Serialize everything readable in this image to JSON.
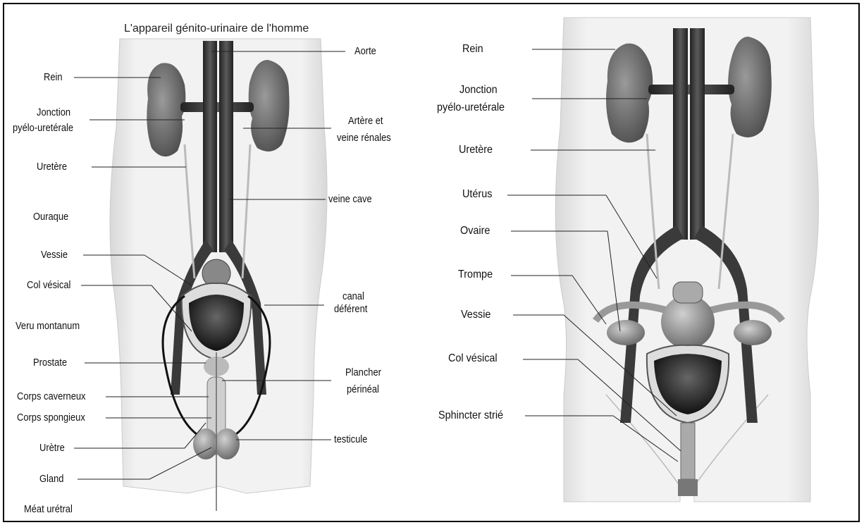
{
  "male": {
    "title": "L'appareil génito-urinaire de l'homme",
    "left_labels": {
      "rein": "Rein",
      "jonction_1": "Jonction",
      "jonction_2": "pyélo-uretérale",
      "uretere": "Uretère",
      "ouraque": "Ouraque",
      "vessie": "Vessie",
      "col_vesical": "Col vésical",
      "veru": "Veru montanum",
      "prostate": "Prostate",
      "corps_caverneux": "Corps caverneux",
      "corps_spongieux": "Corps spongieux",
      "uretre": "Urètre",
      "gland": "Gland",
      "meat": "Méat urétral"
    },
    "right_labels": {
      "aorte": "Aorte",
      "artere_1": "Artère et",
      "artere_2": "veine rénales",
      "veine_cave": "veine cave",
      "canal_1": "canal",
      "canal_2": "déférent",
      "plancher_1": "Plancher",
      "plancher_2": "périnéal",
      "testicule": "testicule"
    }
  },
  "female": {
    "labels": {
      "rein": "Rein",
      "jonction_1": "Jonction",
      "jonction_2": "pyélo-uretérale",
      "uretere": "Uretère",
      "uterus": "Utérus",
      "ovaire": "Ovaire",
      "trompe": "Trompe",
      "vessie": "Vessie",
      "col_vesical": "Col vésical",
      "sphincter": "Sphincter strié"
    }
  }
}
